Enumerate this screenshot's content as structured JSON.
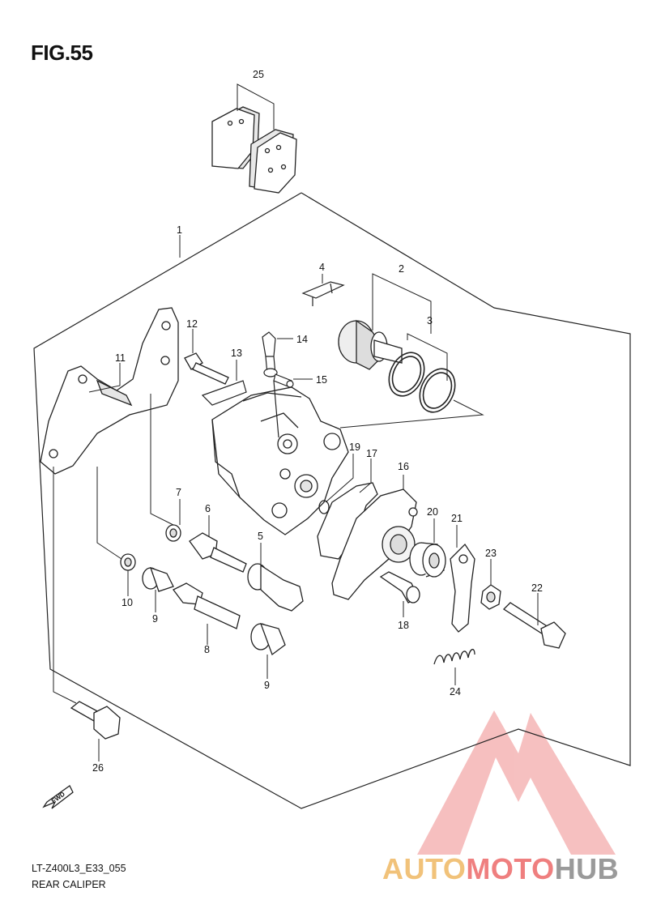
{
  "figure": {
    "title": "FIG.55",
    "code": "LT-Z400L3_E33_055",
    "name": "REAR CALIPER"
  },
  "callouts": [
    "1",
    "2",
    "3",
    "4",
    "5",
    "6",
    "7",
    "8",
    "9",
    "9",
    "10",
    "11",
    "12",
    "13",
    "14",
    "15",
    "16",
    "17",
    "18",
    "19",
    "20",
    "21",
    "22",
    "23",
    "24",
    "25",
    "26"
  ],
  "fwd_label": "FWD",
  "watermark": {
    "part1": "AUTO",
    "part2": "MOTO",
    "part3": "HUB",
    "colors": {
      "auto": "#f1c27a",
      "moto": "#ef7f7f",
      "hub": "#9a9a9a",
      "logo": "#f2a0a0"
    }
  },
  "colors": {
    "line": "#222222",
    "part_fill": "#ffffff",
    "shade": "#d6d6d6"
  }
}
